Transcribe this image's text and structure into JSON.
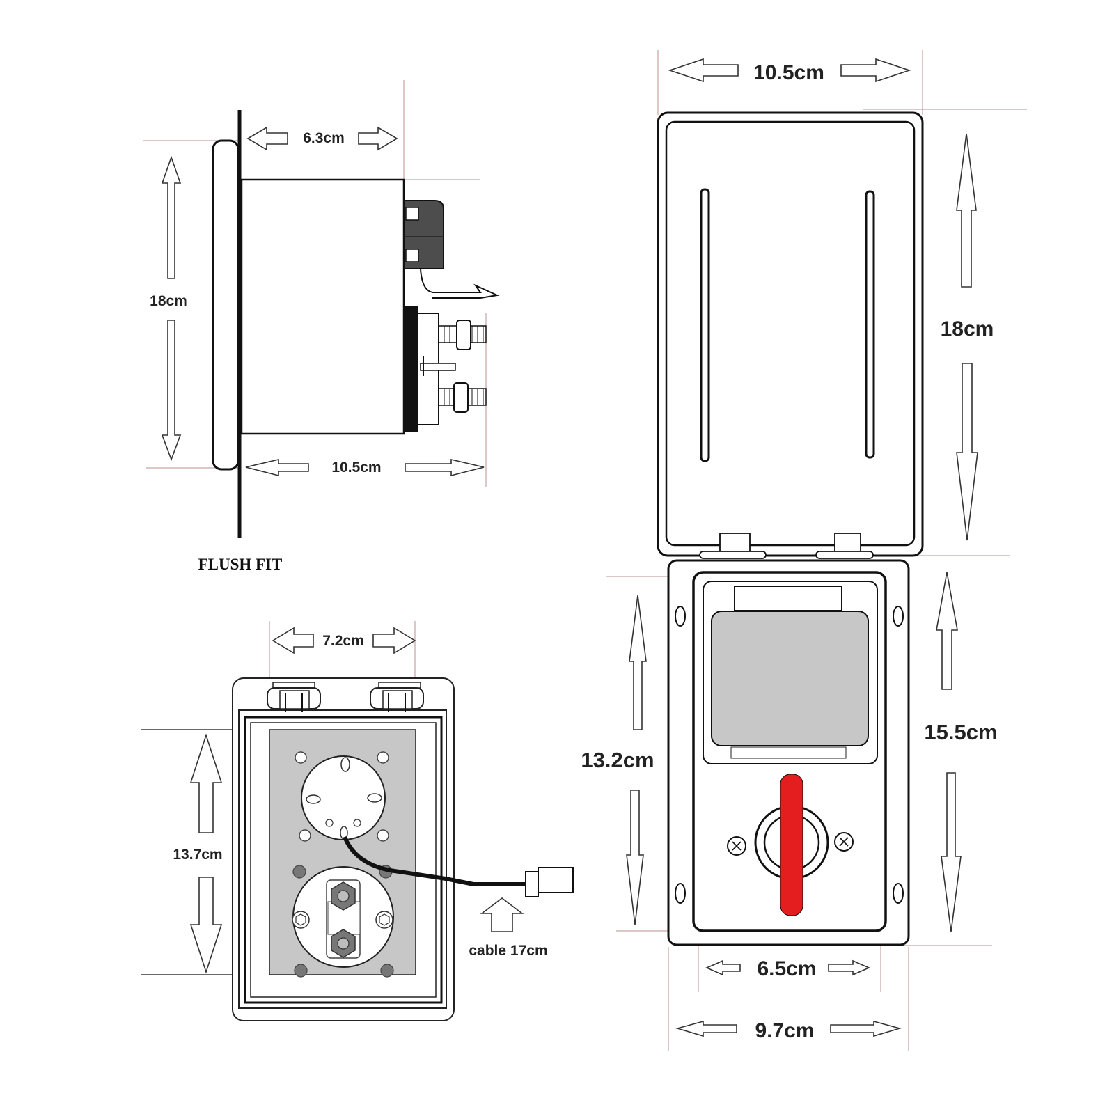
{
  "diagram": {
    "side_view": {
      "label_top_depth": "6.3cm",
      "label_height": "18cm",
      "label_total_depth": "10.5cm",
      "caption": "FLUSH FIT"
    },
    "rear_view": {
      "label_width": "7.2cm",
      "label_height": "13.7cm",
      "label_cable": "cable 17cm"
    },
    "front_view": {
      "label_width": "10.5cm",
      "label_height": "18cm",
      "label_inner_height": "13.2cm",
      "label_body_height": "15.5cm",
      "label_inner_width": "6.5cm",
      "label_body_width": "9.7cm"
    }
  },
  "colors": {
    "line": "#111111",
    "panel_gray": "#c7c7c7",
    "switch_red": "#e41e1e",
    "dimension_guide": "#b9928f"
  }
}
